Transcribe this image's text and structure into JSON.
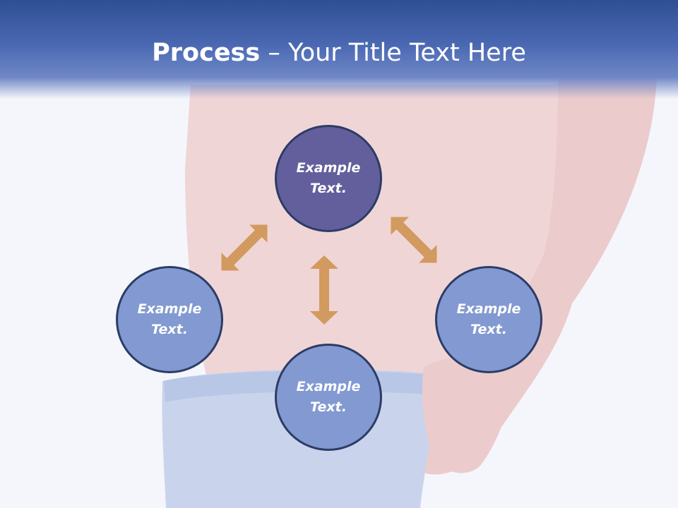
{
  "header": {
    "title_bold": "Process",
    "title_rest": " – Your Title Text Here"
  },
  "nodes": [
    {
      "label": "Example Text."
    },
    {
      "label": "Example Text."
    },
    {
      "label": "Example Text."
    },
    {
      "label": "Example Text."
    }
  ],
  "colors": {
    "title_bar": "#3e5ba4",
    "node_top": "#635f9c",
    "node_other": "#8299d1",
    "node_border": "#2b3c66",
    "arrow": "#d29a5e"
  }
}
